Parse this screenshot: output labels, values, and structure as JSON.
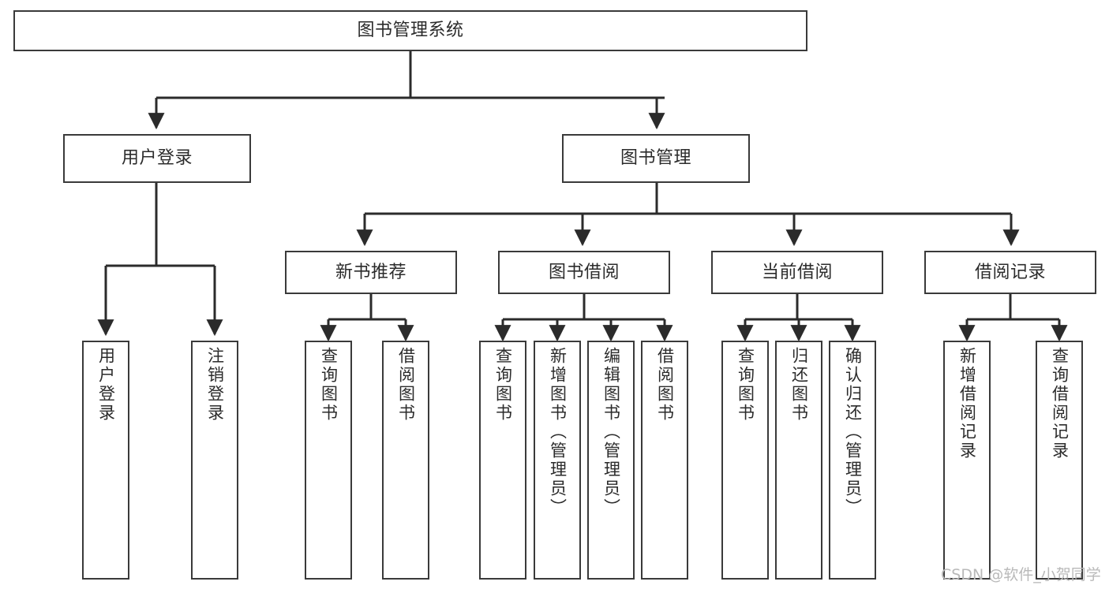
{
  "diagram": {
    "title": "图书管理系统",
    "type": "tree",
    "colors": {
      "box_border": "#3a3a3a",
      "box_fill": "#ffffff",
      "edge": "#2b2b2b",
      "text": "#2b2b2b",
      "background": "#ffffff",
      "watermark": "#b9b9b9"
    },
    "watermark": "CSDN @软件_小贺同学",
    "nodes": {
      "root": {
        "label": "图书管理系统"
      },
      "level1": [
        {
          "id": "user-login",
          "label": "用户登录"
        },
        {
          "id": "book-manage",
          "label": "图书管理"
        }
      ],
      "level2": [
        {
          "id": "new-book-recommend",
          "label": "新书推荐"
        },
        {
          "id": "book-borrow",
          "label": "图书借阅"
        },
        {
          "id": "current-borrow",
          "label": "当前借阅"
        },
        {
          "id": "borrow-record",
          "label": "借阅记录"
        }
      ],
      "leaves": {
        "user_login": [
          {
            "id": "leaf-user-login",
            "label": "用户登录"
          },
          {
            "id": "leaf-logout",
            "label": "注销登录"
          }
        ],
        "new_book_recommend": [
          {
            "id": "leaf-query-book-1",
            "label": "查询图书"
          },
          {
            "id": "leaf-borrow-book-1",
            "label": "借阅图书"
          }
        ],
        "book_borrow": [
          {
            "id": "leaf-query-book-2",
            "label": "查询图书"
          },
          {
            "id": "leaf-add-book",
            "label": "新增图书（管理员）"
          },
          {
            "id": "leaf-edit-book",
            "label": "编辑图书（管理员）"
          },
          {
            "id": "leaf-borrow-book-2",
            "label": "借阅图书"
          }
        ],
        "current_borrow": [
          {
            "id": "leaf-query-book-3",
            "label": "查询图书"
          },
          {
            "id": "leaf-return-book",
            "label": "归还图书"
          },
          {
            "id": "leaf-confirm-return",
            "label": "确认归还（管理员）"
          }
        ],
        "borrow_record": [
          {
            "id": "leaf-add-record",
            "label": "新增借阅记录"
          },
          {
            "id": "leaf-query-record",
            "label": "查询借阅记录"
          }
        ]
      }
    },
    "edges": [
      {
        "from": "图书管理系统",
        "to": "用户登录"
      },
      {
        "from": "图书管理系统",
        "to": "图书管理"
      },
      {
        "from": "用户登录",
        "to": "用户登录"
      },
      {
        "from": "用户登录",
        "to": "注销登录"
      },
      {
        "from": "图书管理",
        "to": "新书推荐"
      },
      {
        "from": "图书管理",
        "to": "图书借阅"
      },
      {
        "from": "图书管理",
        "to": "当前借阅"
      },
      {
        "from": "图书管理",
        "to": "借阅记录"
      },
      {
        "from": "新书推荐",
        "to": "查询图书"
      },
      {
        "from": "新书推荐",
        "to": "借阅图书"
      },
      {
        "from": "图书借阅",
        "to": "查询图书"
      },
      {
        "from": "图书借阅",
        "to": "新增图书（管理员）"
      },
      {
        "from": "图书借阅",
        "to": "编辑图书（管理员）"
      },
      {
        "from": "图书借阅",
        "to": "借阅图书"
      },
      {
        "from": "当前借阅",
        "to": "查询图书"
      },
      {
        "from": "当前借阅",
        "to": "归还图书"
      },
      {
        "from": "当前借阅",
        "to": "确认归还（管理员）"
      },
      {
        "from": "借阅记录",
        "to": "新增借阅记录"
      },
      {
        "from": "借阅记录",
        "to": "查询借阅记录"
      }
    ]
  }
}
